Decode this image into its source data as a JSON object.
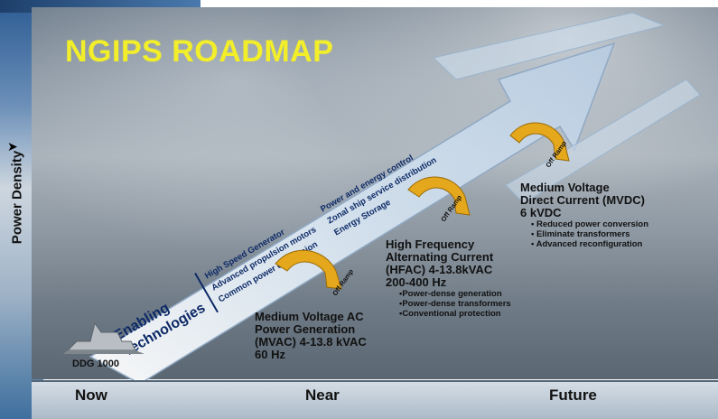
{
  "title": "NGIPS ROADMAP",
  "y_axis_label": "Power Density",
  "timeline": [
    "Now",
    "Near",
    "Future"
  ],
  "enabling": {
    "label": "Enabling Technologies",
    "columns": [
      [
        "High Speed Generator",
        "Advanced propulsion motors",
        "Common power conversion"
      ],
      [
        "Power and energy control",
        "Zonal ship service distribution",
        "Energy Storage"
      ]
    ]
  },
  "off_ramp_label": "Off Ramp",
  "ship_label": "DDG 1000",
  "stages": [
    {
      "title": [
        "Medium Voltage AC",
        "Power Generation",
        "(MVAC) 4-13.8 kVAC",
        "60 Hz"
      ],
      "bullets": []
    },
    {
      "title": [
        "High Frequency",
        "Alternating Current",
        "(HFAC) 4-13.8kVAC",
        "200-400 Hz"
      ],
      "bullets": [
        "•Power-dense generation",
        "•Power-dense transformers",
        "•Conventional protection"
      ]
    },
    {
      "title": [
        "Medium Voltage",
        "Direct Current (MVDC)",
        "6 kVDC"
      ],
      "bullets": [
        "• Reduced power conversion",
        "• Eliminate transformers",
        "• Advanced reconfiguration"
      ]
    }
  ],
  "colors": {
    "title": "#f2ee2a",
    "arrow": "#c9dcee",
    "ramp": "#e5a81c",
    "text": "#0d2a66"
  }
}
